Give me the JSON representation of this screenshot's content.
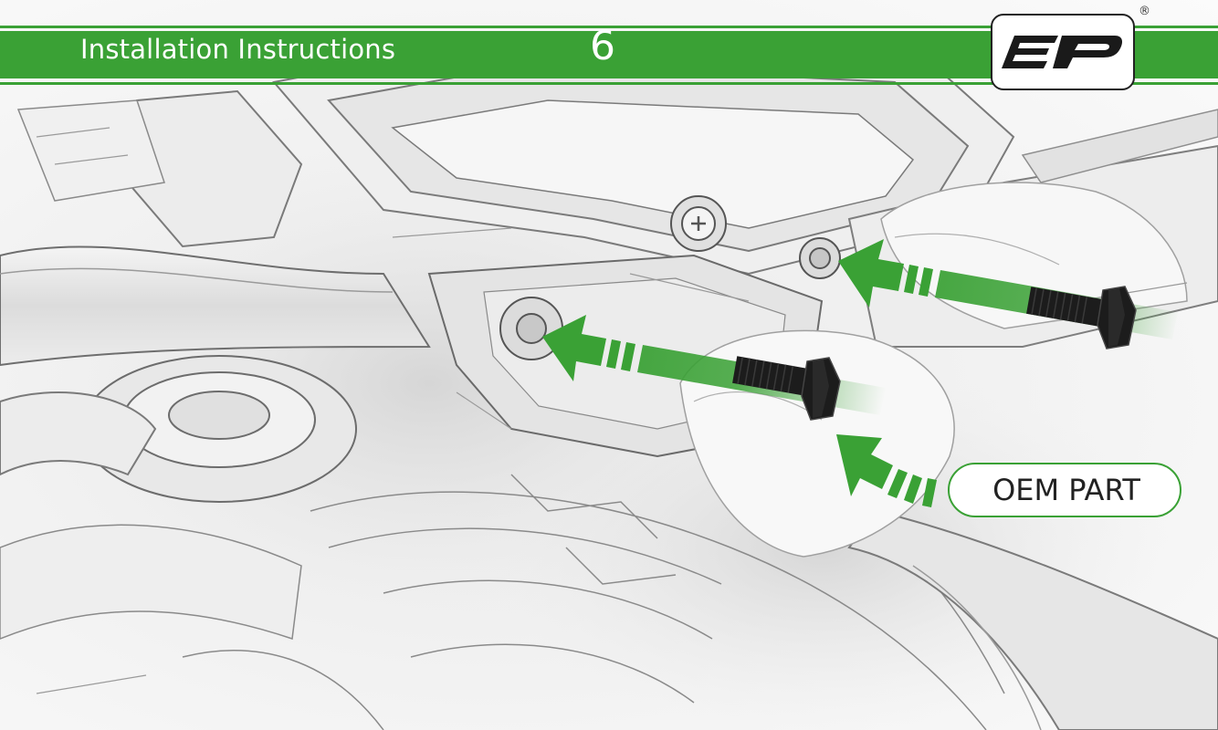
{
  "header": {
    "title": "Installation Instructions",
    "step_number": "6",
    "logo_text": "EP",
    "registered_mark": "®"
  },
  "callout": {
    "label": "OEM PART"
  },
  "colors": {
    "brand_green": "#3aa135",
    "brand_green_dark": "#2e8a2a",
    "bolt_black": "#1c1c1c",
    "sketch_gray": "#8c8c8c"
  },
  "icons": {
    "bolt_upper": "hex-flange-bolt-icon",
    "bolt_lower": "hex-flange-bolt-icon",
    "arrow_upper": "insert-arrow-icon",
    "arrow_lower": "insert-arrow-icon",
    "arrow_callout": "curved-pointer-arrow-icon"
  }
}
